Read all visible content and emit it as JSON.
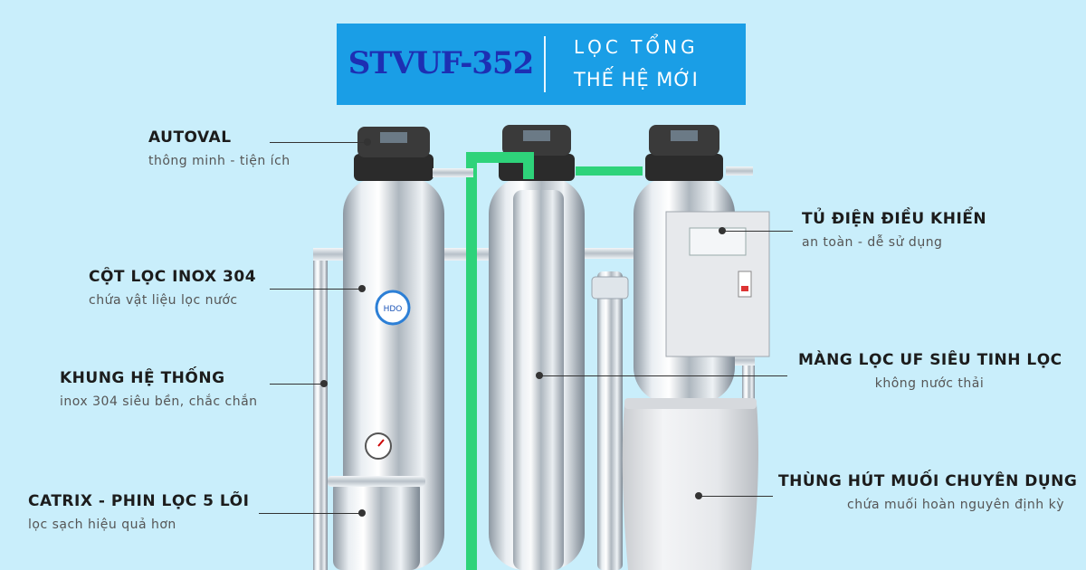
{
  "banner": {
    "model": "STVUF-352",
    "tagline_line1": "LỌC TỔNG",
    "tagline_line2": "THẾ HỆ MỚI"
  },
  "labels": [
    {
      "title": "AUTOVAL",
      "subtitle": "thông minh - tiện ích"
    },
    {
      "title": "CỘT LỌC INOX 304",
      "subtitle": "chứa vật liệu lọc nước"
    },
    {
      "title": "KHUNG HỆ THỐNG",
      "subtitle": "inox 304 siêu bền, chắc chắn"
    },
    {
      "title": "CATRIX - PHIN LỌC 5 LÕI",
      "subtitle": "lọc sạch hiệu quả hơn"
    },
    {
      "title": "TỦ ĐIỆN ĐIỀU KHIỂN",
      "subtitle": "an toàn - dễ sử dụng"
    },
    {
      "title": "MÀNG LỌC UF SIÊU TINH LỌC",
      "subtitle": "không nước thải"
    },
    {
      "title": "THÙNG HÚT MUỐI CHUYÊN DỤNG",
      "subtitle": "chứa muối hoàn nguyên định kỳ"
    }
  ],
  "colors": {
    "background": "#c9eefb",
    "banner": "#1a9ee6",
    "model_text": "#1d2fb3",
    "pipe": "#2ed37a"
  }
}
